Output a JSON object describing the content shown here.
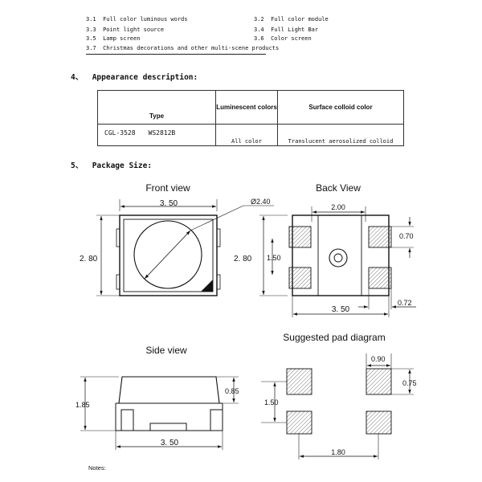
{
  "applications": [
    {
      "num": "3.1",
      "text": "Full color  luminous words"
    },
    {
      "num": "3.2",
      "text": "Full color module"
    },
    {
      "num": "3.3",
      "text": "Point light  source"
    },
    {
      "num": "3.4",
      "text": "Full Light Bar"
    },
    {
      "num": "3.5",
      "text": "Lamp   screen"
    },
    {
      "num": "3.6",
      "text": "Color screen"
    },
    {
      "num": "3.7",
      "text": "Christmas decorations and other multi-scene products"
    }
  ],
  "appearance": {
    "heading_num": "4、",
    "heading": "Appearance description:",
    "table": {
      "col_type": "Type",
      "col_luminescent": "Luminescent colors",
      "col_surface": "Surface colloid color",
      "type_part": "CGL-3528",
      "type_ic": "WS2812B",
      "luminescent": "All color",
      "surface": "Translucent aerosolized colloid"
    }
  },
  "package": {
    "heading_num": "5、",
    "heading": "Package Size:",
    "front": {
      "title": "Front view",
      "width": "3. 50",
      "height": "2. 80",
      "lens": "Ø2.40"
    },
    "back": {
      "title": "Back View",
      "pitch": "2.00",
      "height": "2. 80",
      "pad_height": "0.70",
      "spacing": "1.50",
      "width": "3. 50",
      "pad_width": "0.72"
    },
    "side": {
      "title": "Side view",
      "total_height": "1.85",
      "top_height": "0.85",
      "width": "3. 50"
    },
    "pad": {
      "title": "Suggested pad diagram",
      "pad_w": "0.90",
      "pad_h": "0.75",
      "vertical": "1.50",
      "horizontal": "1.80"
    }
  },
  "notes_label": "Notes:"
}
